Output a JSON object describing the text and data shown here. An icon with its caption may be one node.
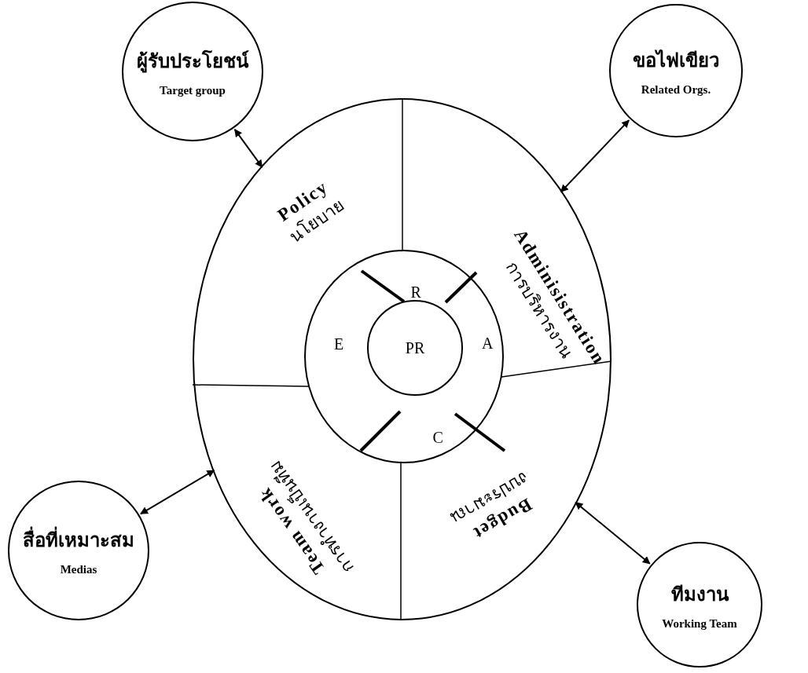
{
  "diagram": {
    "nodes": [
      {
        "text": [
          "ผู้รับประโยชน์",
          "Target group"
        ]
      },
      {
        "text": [
          "ขอไฟเขียว",
          "Related Orgs."
        ]
      },
      {
        "text": [],
        "shape": "circle"
      },
      {
        "text": [
          "Policy",
          "นโยบาย"
        ],
        "in": 2
      },
      {
        "text": [
          "Adminisistration",
          "การบริหารงาน"
        ],
        "in": 2
      },
      {
        "text": [
          "Team work",
          "การทำงานเป็นทีม"
        ],
        "in": 2
      },
      {
        "text": [
          "Budget",
          "งบประมาณ"
        ],
        "in": 2
      },
      {
        "text": [],
        "shape": "circle",
        "in": 2
      },
      {
        "text": [
          "R"
        ],
        "in": 7
      },
      {
        "text": [
          "E"
        ],
        "in": 7
      },
      {
        "text": [
          "PR"
        ],
        "in": 7
      },
      {
        "text": [
          "A"
        ],
        "in": 7
      },
      {
        "text": [
          "C"
        ],
        "in": 7
      },
      {
        "text": [
          "สื่อที่เหมาะสม",
          "Medias"
        ]
      },
      {
        "text": [
          "ทีมงาน",
          "Working Team"
        ]
      }
    ],
    "edges": [
      {
        "from": 0,
        "to": 2,
        "arrow": "both"
      },
      {
        "from": 1,
        "to": 2,
        "arrow": "both"
      },
      {
        "from": 13,
        "to": 2,
        "arrow": "both"
      },
      {
        "from": 14,
        "to": 2,
        "arrow": "both"
      }
    ]
  }
}
